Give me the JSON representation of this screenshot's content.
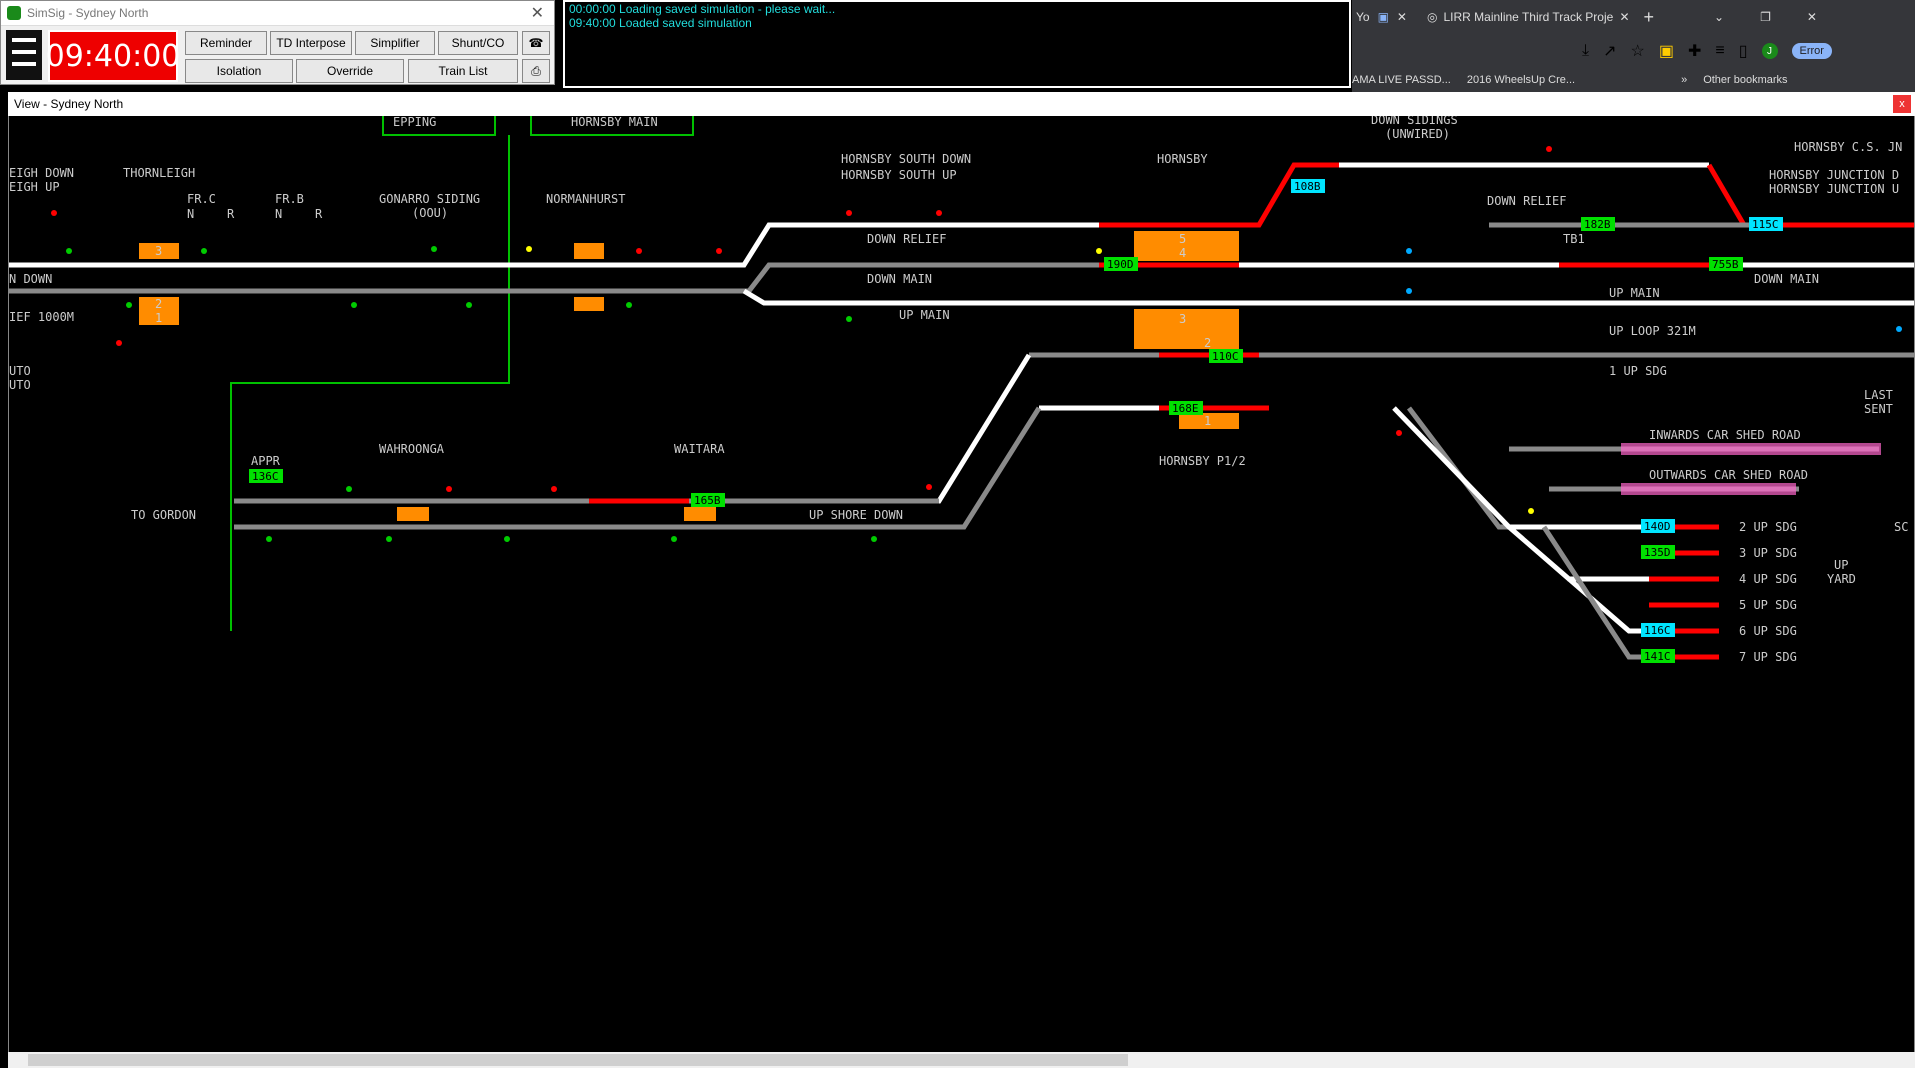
{
  "control": {
    "title": "SimSig - Sydney North",
    "clock": "09:40:00",
    "buttons": [
      "Reminder",
      "TD Interpose",
      "Simplifier",
      "Shunt/CO",
      "Isolation",
      "Override",
      "Train List"
    ]
  },
  "log": {
    "lines": [
      "00:00:00 Loading saved simulation - please wait...",
      "09:40:00 Loaded saved simulation"
    ]
  },
  "browser": {
    "tab_short": "Yo",
    "tab_title": "LIRR Mainline Third Track Projec",
    "error_label": "Error",
    "profile": "J",
    "bookmarks": [
      "AMA LIVE PASSD...",
      "2016 WheelsUp Cre..."
    ],
    "other_bookmarks": "Other bookmarks"
  },
  "view": {
    "title": "View - Sydney North",
    "close": "x"
  },
  "diagram": {
    "labels": [
      "EPPING",
      "HORNSBY MAIN",
      "DOWN SIDINGS",
      "(UNWIRED)",
      "HORNSBY C.S. JN",
      "HORNSBY SOUTH DOWN",
      "HORNSBY SOUTH UP",
      "HORNSBY",
      "HORNSBY JUNCTION D",
      "HORNSBY JUNCTION U",
      "EIGH DOWN",
      "EIGH UP",
      "THORNLEIGH",
      "FR.C",
      "FR.B",
      "N",
      "R",
      "N",
      "R",
      "GONARRO SIDING",
      "(OOU)",
      "NORMANHURST",
      "DOWN RELIEF",
      "DOWN MAIN",
      "UP MAIN",
      "DOWN RELIEF",
      "TB1",
      "DOWN MAIN",
      "UP MAIN",
      "UP LOOP 321M",
      "1 UP SDG",
      "N DOWN",
      "IEF 1000M",
      "UTO",
      "UTO",
      "APPR",
      "WAHROONGA",
      "WAITARA",
      "TO GORDON",
      "UP SHORE DOWN",
      "HORNSBY P1/2",
      "LAST",
      "SENT",
      "INWARDS CAR SHED ROAD",
      "OUTWARDS CAR SHED ROAD",
      "2 UP SDG",
      "3 UP SDG",
      "4 UP SDG",
      "5 UP SDG",
      "6 UP SDG",
      "7 UP SDG",
      "UP",
      "YARD",
      "SC"
    ],
    "berths": [
      "108B",
      "182B",
      "115C",
      "190D",
      "755B",
      "110C",
      "168E",
      "136C",
      "165B",
      "140D",
      "135D",
      "116C",
      "141C"
    ],
    "platform_numbers": [
      "3",
      "2",
      "1",
      "5",
      "4",
      "3",
      "2",
      "1"
    ]
  },
  "colors": {
    "track_free": "#ffffff",
    "track_idle": "#8a8a8a",
    "track_occupied": "#ff0000",
    "berth_green": "#00e000",
    "berth_cyan": "#00e5ff",
    "platform": "#ff8c00",
    "route_box": "#00c000"
  }
}
